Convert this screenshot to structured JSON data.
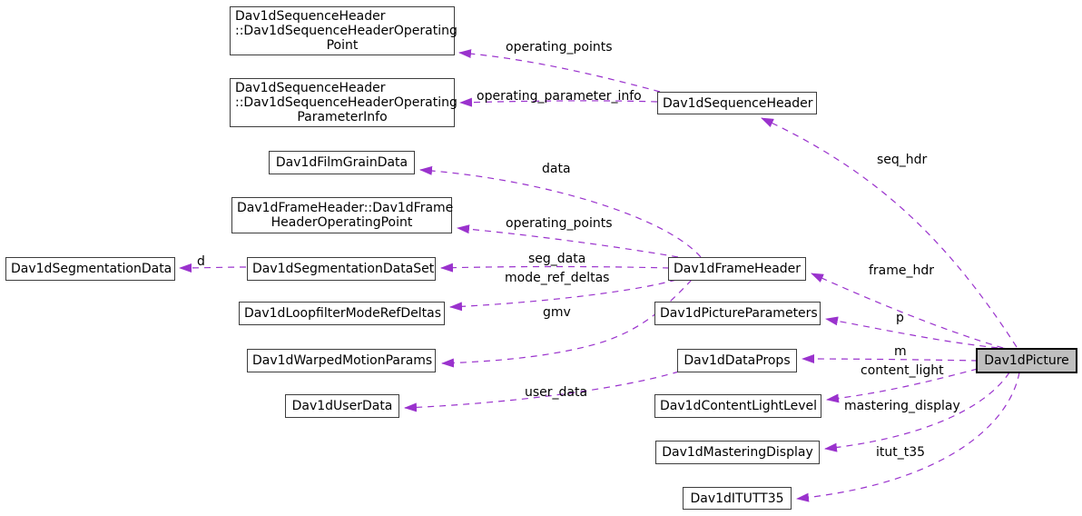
{
  "diagram": {
    "type": "collaboration-graph",
    "colors": {
      "edge": "#9a32cd",
      "node_border": "#3d3d3d",
      "node_background": "#ffffff",
      "root_node_background": "#bfbfbf",
      "text": "#000000",
      "background": "#ffffff"
    },
    "nodes": {
      "seq_op_point": {
        "lines": [
          "Dav1dSequenceHeader",
          "::Dav1dSequenceHeaderOperating",
          "Point"
        ]
      },
      "seq_op_param_info": {
        "lines": [
          "Dav1dSequenceHeader",
          "::Dav1dSequenceHeaderOperating",
          "ParameterInfo"
        ]
      },
      "film_grain_data": {
        "lines": [
          "Dav1dFilmGrainData"
        ]
      },
      "frame_op_point": {
        "lines": [
          "Dav1dFrameHeader::Dav1dFrame",
          "HeaderOperatingPoint"
        ]
      },
      "segmentation_data": {
        "lines": [
          "Dav1dSegmentationData"
        ]
      },
      "segmentation_data_set": {
        "lines": [
          "Dav1dSegmentationDataSet"
        ]
      },
      "loopfilter_mode_ref_deltas": {
        "lines": [
          "Dav1dLoopfilterModeRefDeltas"
        ]
      },
      "warped_motion_params": {
        "lines": [
          "Dav1dWarpedMotionParams"
        ]
      },
      "user_data": {
        "lines": [
          "Dav1dUserData"
        ]
      },
      "sequence_header": {
        "lines": [
          "Dav1dSequenceHeader"
        ]
      },
      "frame_header": {
        "lines": [
          "Dav1dFrameHeader"
        ]
      },
      "picture_parameters": {
        "lines": [
          "Dav1dPictureParameters"
        ]
      },
      "data_props": {
        "lines": [
          "Dav1dDataProps"
        ]
      },
      "content_light_level": {
        "lines": [
          "Dav1dContentLightLevel"
        ]
      },
      "mastering_display": {
        "lines": [
          "Dav1dMasteringDisplay"
        ]
      },
      "itut_t35": {
        "lines": [
          "Dav1dITUTT35"
        ]
      },
      "picture": {
        "lines": [
          "Dav1dPicture"
        ]
      }
    },
    "edge_labels": {
      "operating_points_seq": "operating_points",
      "operating_parameter_info": "operating_parameter_info",
      "seq_hdr": "seq_hdr",
      "data": "data",
      "operating_points_frame": "operating_points",
      "d": "d",
      "seg_data": "seg_data",
      "mode_ref_deltas": "mode_ref_deltas",
      "gmv": "gmv",
      "frame_hdr": "frame_hdr",
      "p": "p",
      "m": "m",
      "content_light": "content_light",
      "user_data": "user_data",
      "mastering_display": "mastering_display",
      "itut_t35": "itut_t35"
    }
  }
}
